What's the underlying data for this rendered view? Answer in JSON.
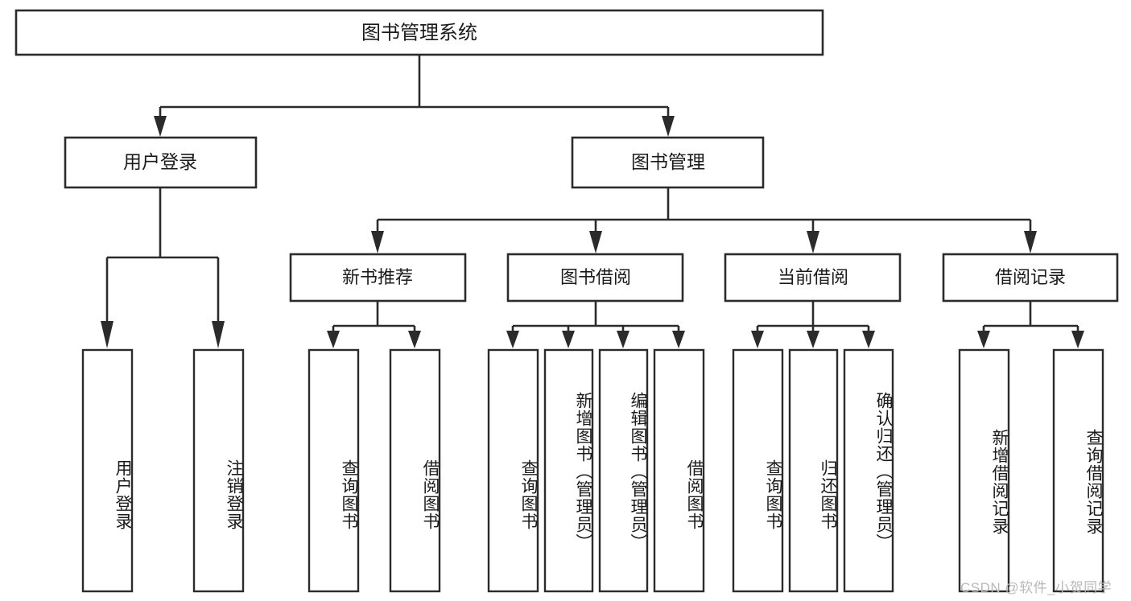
{
  "diagram": {
    "title": "图书管理系统",
    "watermark": "CSDN @软件_小贺同学",
    "colors": {
      "stroke": "#2b2b2b",
      "fill": "#ffffff",
      "text": "#1b1b1b",
      "watermark": "#b9b9b9",
      "background": "#ffffff"
    },
    "root": {
      "label": "图书管理系统"
    },
    "level2": [
      {
        "label": "用户登录"
      },
      {
        "label": "图书管理"
      }
    ],
    "level3": [
      {
        "label": "新书推荐"
      },
      {
        "label": "图书借阅"
      },
      {
        "label": "当前借阅"
      },
      {
        "label": "借阅记录"
      }
    ],
    "leaves": {
      "user_login": [
        {
          "label": "用户登录"
        },
        {
          "label": "注销登录"
        }
      ],
      "new_book_recommend": [
        {
          "label": "查询图书"
        },
        {
          "label": "借阅图书"
        }
      ],
      "book_borrow": [
        {
          "label": "查询图书"
        },
        {
          "label": "新增图书（管理员）"
        },
        {
          "label": "编辑图书（管理员）"
        },
        {
          "label": "借阅图书"
        }
      ],
      "current_borrow": [
        {
          "label": "查询图书"
        },
        {
          "label": "归还图书"
        },
        {
          "label": "确认归还（管理员）"
        }
      ],
      "borrow_record": [
        {
          "label": "新增借阅记录"
        },
        {
          "label": "查询借阅记录"
        }
      ]
    }
  }
}
